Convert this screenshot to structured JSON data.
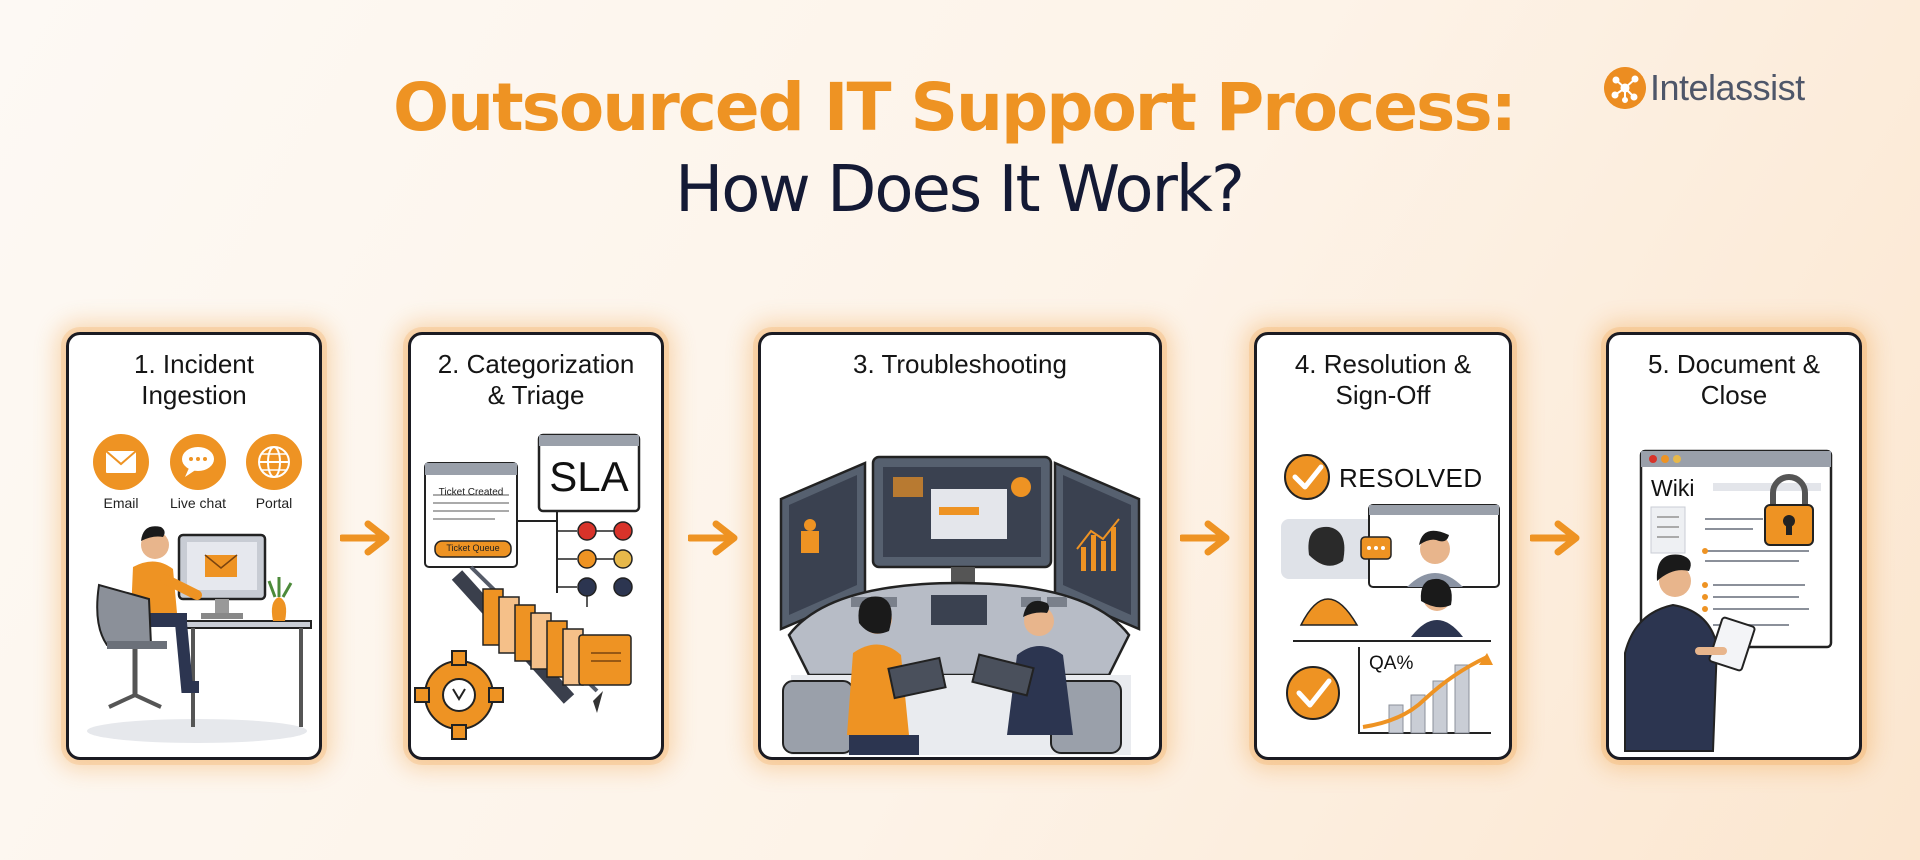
{
  "header": {
    "title": "Outsourced IT Support Process:",
    "subtitle": "How Does It Work?"
  },
  "brand": {
    "name": "Intelassist",
    "logo_icon": "network-node-icon"
  },
  "colors": {
    "accent": "#ee9323",
    "navy": "#141a35",
    "outline": "#1b1b22"
  },
  "steps": [
    {
      "title": "1. Incident\nIngestion",
      "channels": [
        {
          "label": "Email",
          "icon": "envelope-icon"
        },
        {
          "label": "Live chat",
          "icon": "chat-bubble-icon"
        },
        {
          "label": "Portal",
          "icon": "globe-icon"
        }
      ]
    },
    {
      "title": "2. Categorization\n& Triage",
      "ticket_created": "Ticket Created",
      "ticket_queue": "Ticket Queue",
      "sla": "SLA"
    },
    {
      "title": "3. Troubleshooting"
    },
    {
      "title": "4. Resolution &\nSign-Off",
      "resolved": "RESOLVED",
      "qa": "QA%"
    },
    {
      "title": "5. Document &\nClose",
      "wiki": "Wiki"
    }
  ]
}
